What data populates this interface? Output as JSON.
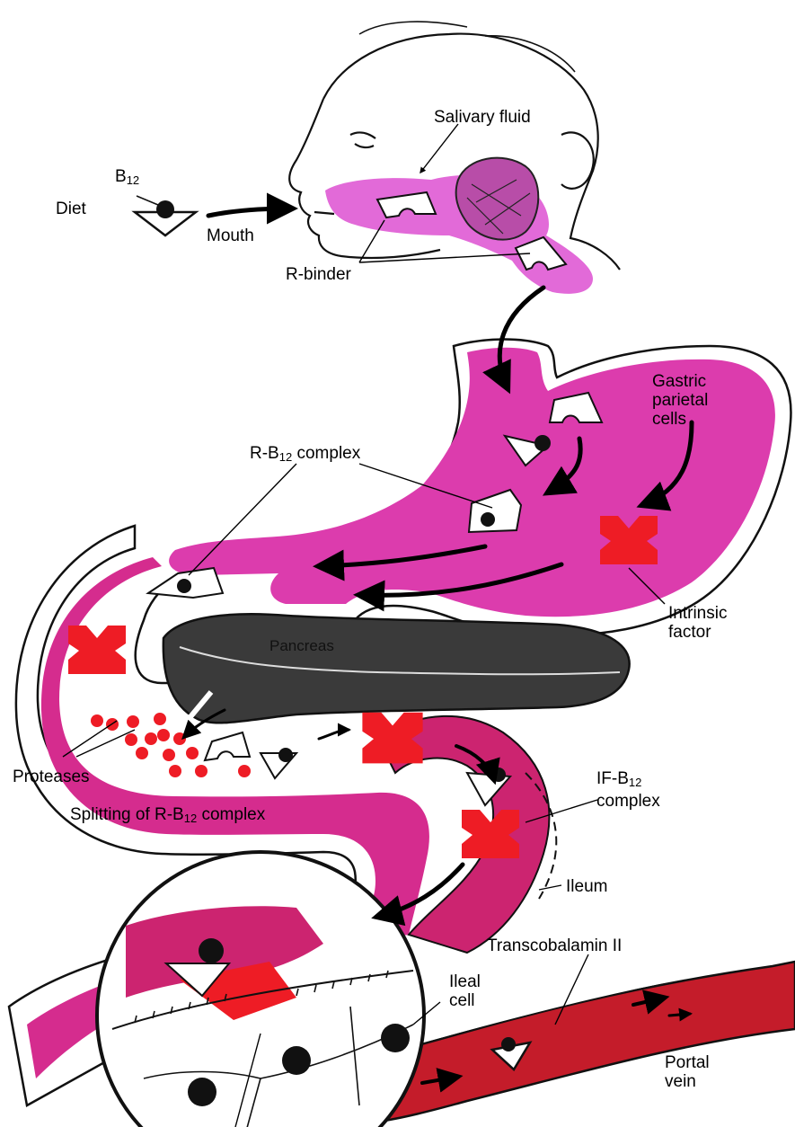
{
  "labels": {
    "salivary_fluid": "Salivary fluid",
    "b12_main": "B",
    "b12_sub": "12",
    "diet": "Diet",
    "mouth": "Mouth",
    "r_binder": "R-binder",
    "gastric_parietal_cells": [
      "Gastric",
      "parietal",
      "cells"
    ],
    "rb12_complex": {
      "prefix": "R-B",
      "sub": "12",
      "suffix": " complex"
    },
    "intrinsic_factor": [
      "Intrinsic",
      "factor"
    ],
    "pancreas": "Pancreas",
    "proteases": "Proteases",
    "splitting": {
      "prefix": "Splitting of R-B",
      "sub": "12",
      "suffix": " complex"
    },
    "if_b12_complex": {
      "prefix": "IF-B",
      "sub": "12",
      "line2": "complex"
    },
    "ileum": "Ileum",
    "transcobalamin": "Transcobalamin II",
    "ileal_cell": [
      "Ileal",
      "cell"
    ],
    "portal_vein": [
      "Portal",
      "vein"
    ]
  },
  "colors": {
    "saliva_tract": "#e26ad8",
    "gut_tract": "#d22a85",
    "intrinsic_factor": "#ee1c25",
    "portal_vein": "#c41c2a",
    "pancreas": "#3a3a3a",
    "ileal_cell": "#ffffff"
  }
}
